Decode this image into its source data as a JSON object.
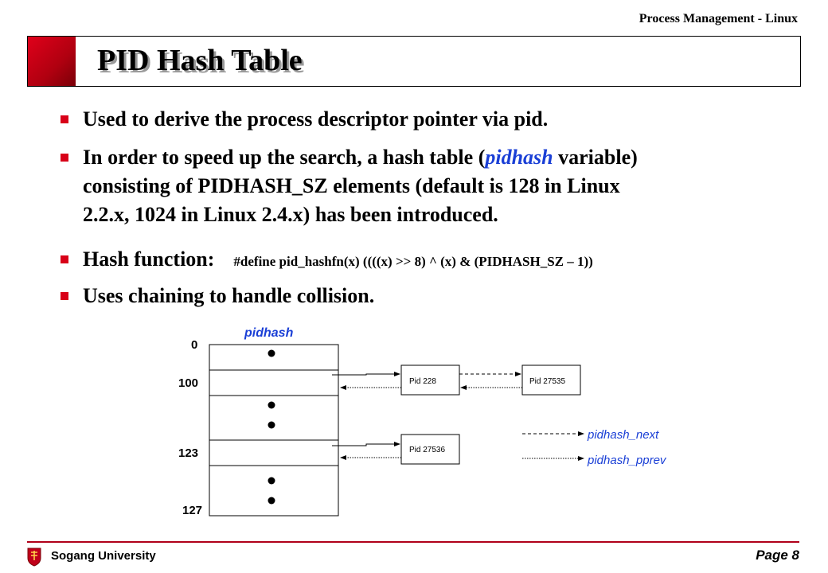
{
  "header": {
    "section": "Process Management - Linux"
  },
  "title": "PID Hash Table",
  "bullets": {
    "b1": "Used to derive the process descriptor pointer via pid.",
    "b2_pre": "In order to speed up the search, a hash table (",
    "b2_var": "pidhash",
    "b2_l1_post": " variable)",
    "b2_l2": "consisting of PIDHASH_SZ elements (default is 128 in Linux",
    "b2_l3": "2.2.x, 1024 in Linux 2.4.x) has been introduced.",
    "b3_label": "Hash function:",
    "b3_code": "#define pid_hashfn(x) ((((x) >> 8) ^ (x) & (PIDHASH_SZ – 1))",
    "b4": "Uses chaining to handle collision."
  },
  "diagram": {
    "array_label": "pidhash",
    "index_0": "0",
    "index_100": "100",
    "index_123": "123",
    "index_127": "127",
    "node_228": "Pid 228",
    "node_27535": "Pid 27535",
    "node_27536": "Pid 27536",
    "legend_next": "pidhash_next",
    "legend_pprev": "pidhash_pprev"
  },
  "footer": {
    "university": "Sogang University",
    "page": "Page 8"
  },
  "colors": {
    "accent_red": "#d80018",
    "diagram_blue": "#1a3fd6"
  }
}
